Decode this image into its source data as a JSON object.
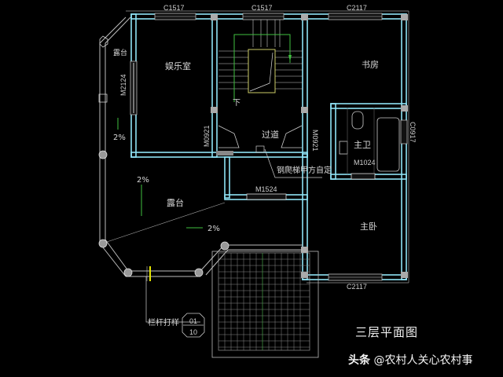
{
  "drawing": {
    "title": "三层平面图",
    "watermark": {
      "brand": "头条",
      "account": "@农村人关心农村事"
    }
  },
  "rooms": {
    "entertainment": "娱乐室",
    "study": "书房",
    "corridor": "过道",
    "master_bath": "主卫",
    "master_bedroom": "主卧",
    "terrace_upper": "露台",
    "terrace_lower": "露台"
  },
  "windows": {
    "c1517_left": "C1517",
    "c1517_right": "C1517",
    "c2117_top": "C2117",
    "c2117_bottom": "C2117",
    "c0917": "C0917"
  },
  "doors": {
    "m2124": "M2124",
    "m0921_left": "M0921",
    "m0921_right": "M0921",
    "m1024": "M1024",
    "m1524": "M1524"
  },
  "annotations": {
    "stair_down": "下",
    "ladder_note": "钢爬梯甲方自定",
    "slope_1": "2%",
    "slope_2": "2%",
    "slope_3": "2%",
    "railing_note": "栏杆打样",
    "detail_ref_top": "01",
    "detail_ref_bottom": "10"
  }
}
